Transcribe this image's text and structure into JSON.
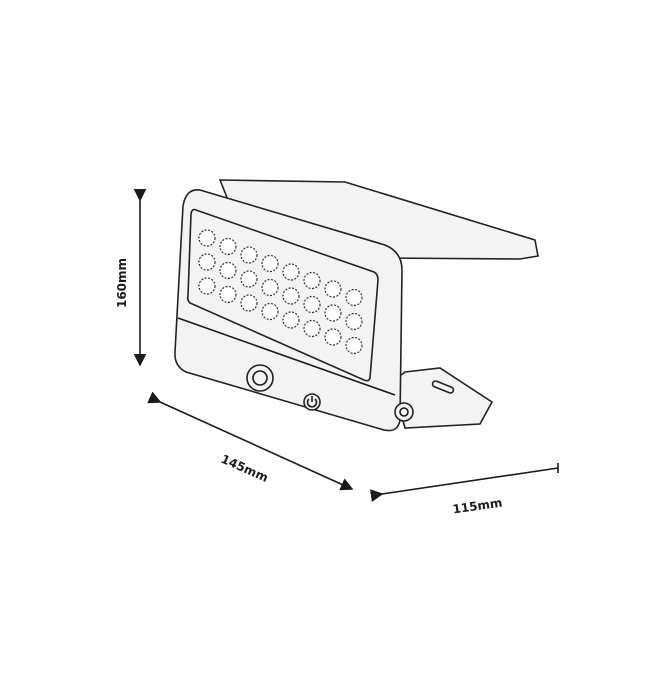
{
  "title": "Solar LED floodlight dimension drawing",
  "dimensions": {
    "height": "160mm",
    "width": "145mm",
    "depth": "115mm"
  },
  "colors": {
    "line": "#1a1a1a",
    "fill": "#f3f3f3"
  }
}
